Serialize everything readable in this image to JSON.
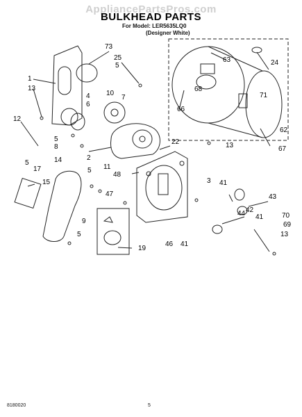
{
  "header": {
    "watermark": "AppliancePartsPros.com",
    "title": "BULKHEAD PARTS",
    "model_line": "For Model: LER5635LQ0",
    "variant_line": "(Designer White)"
  },
  "footer": {
    "doc_number": "8180020",
    "page_number": "5"
  },
  "callouts": [
    "73",
    "25",
    "1",
    "5",
    "13",
    "4",
    "6",
    "10",
    "7",
    "63",
    "24",
    "68",
    "66",
    "71",
    "62",
    "67",
    "12",
    "5",
    "8",
    "2",
    "11",
    "22",
    "13",
    "48",
    "5",
    "14",
    "17",
    "15",
    "5",
    "47",
    "9",
    "3",
    "41",
    "43",
    "44",
    "42",
    "70",
    "41",
    "69",
    "13",
    "5",
    "46",
    "41",
    "19"
  ]
}
